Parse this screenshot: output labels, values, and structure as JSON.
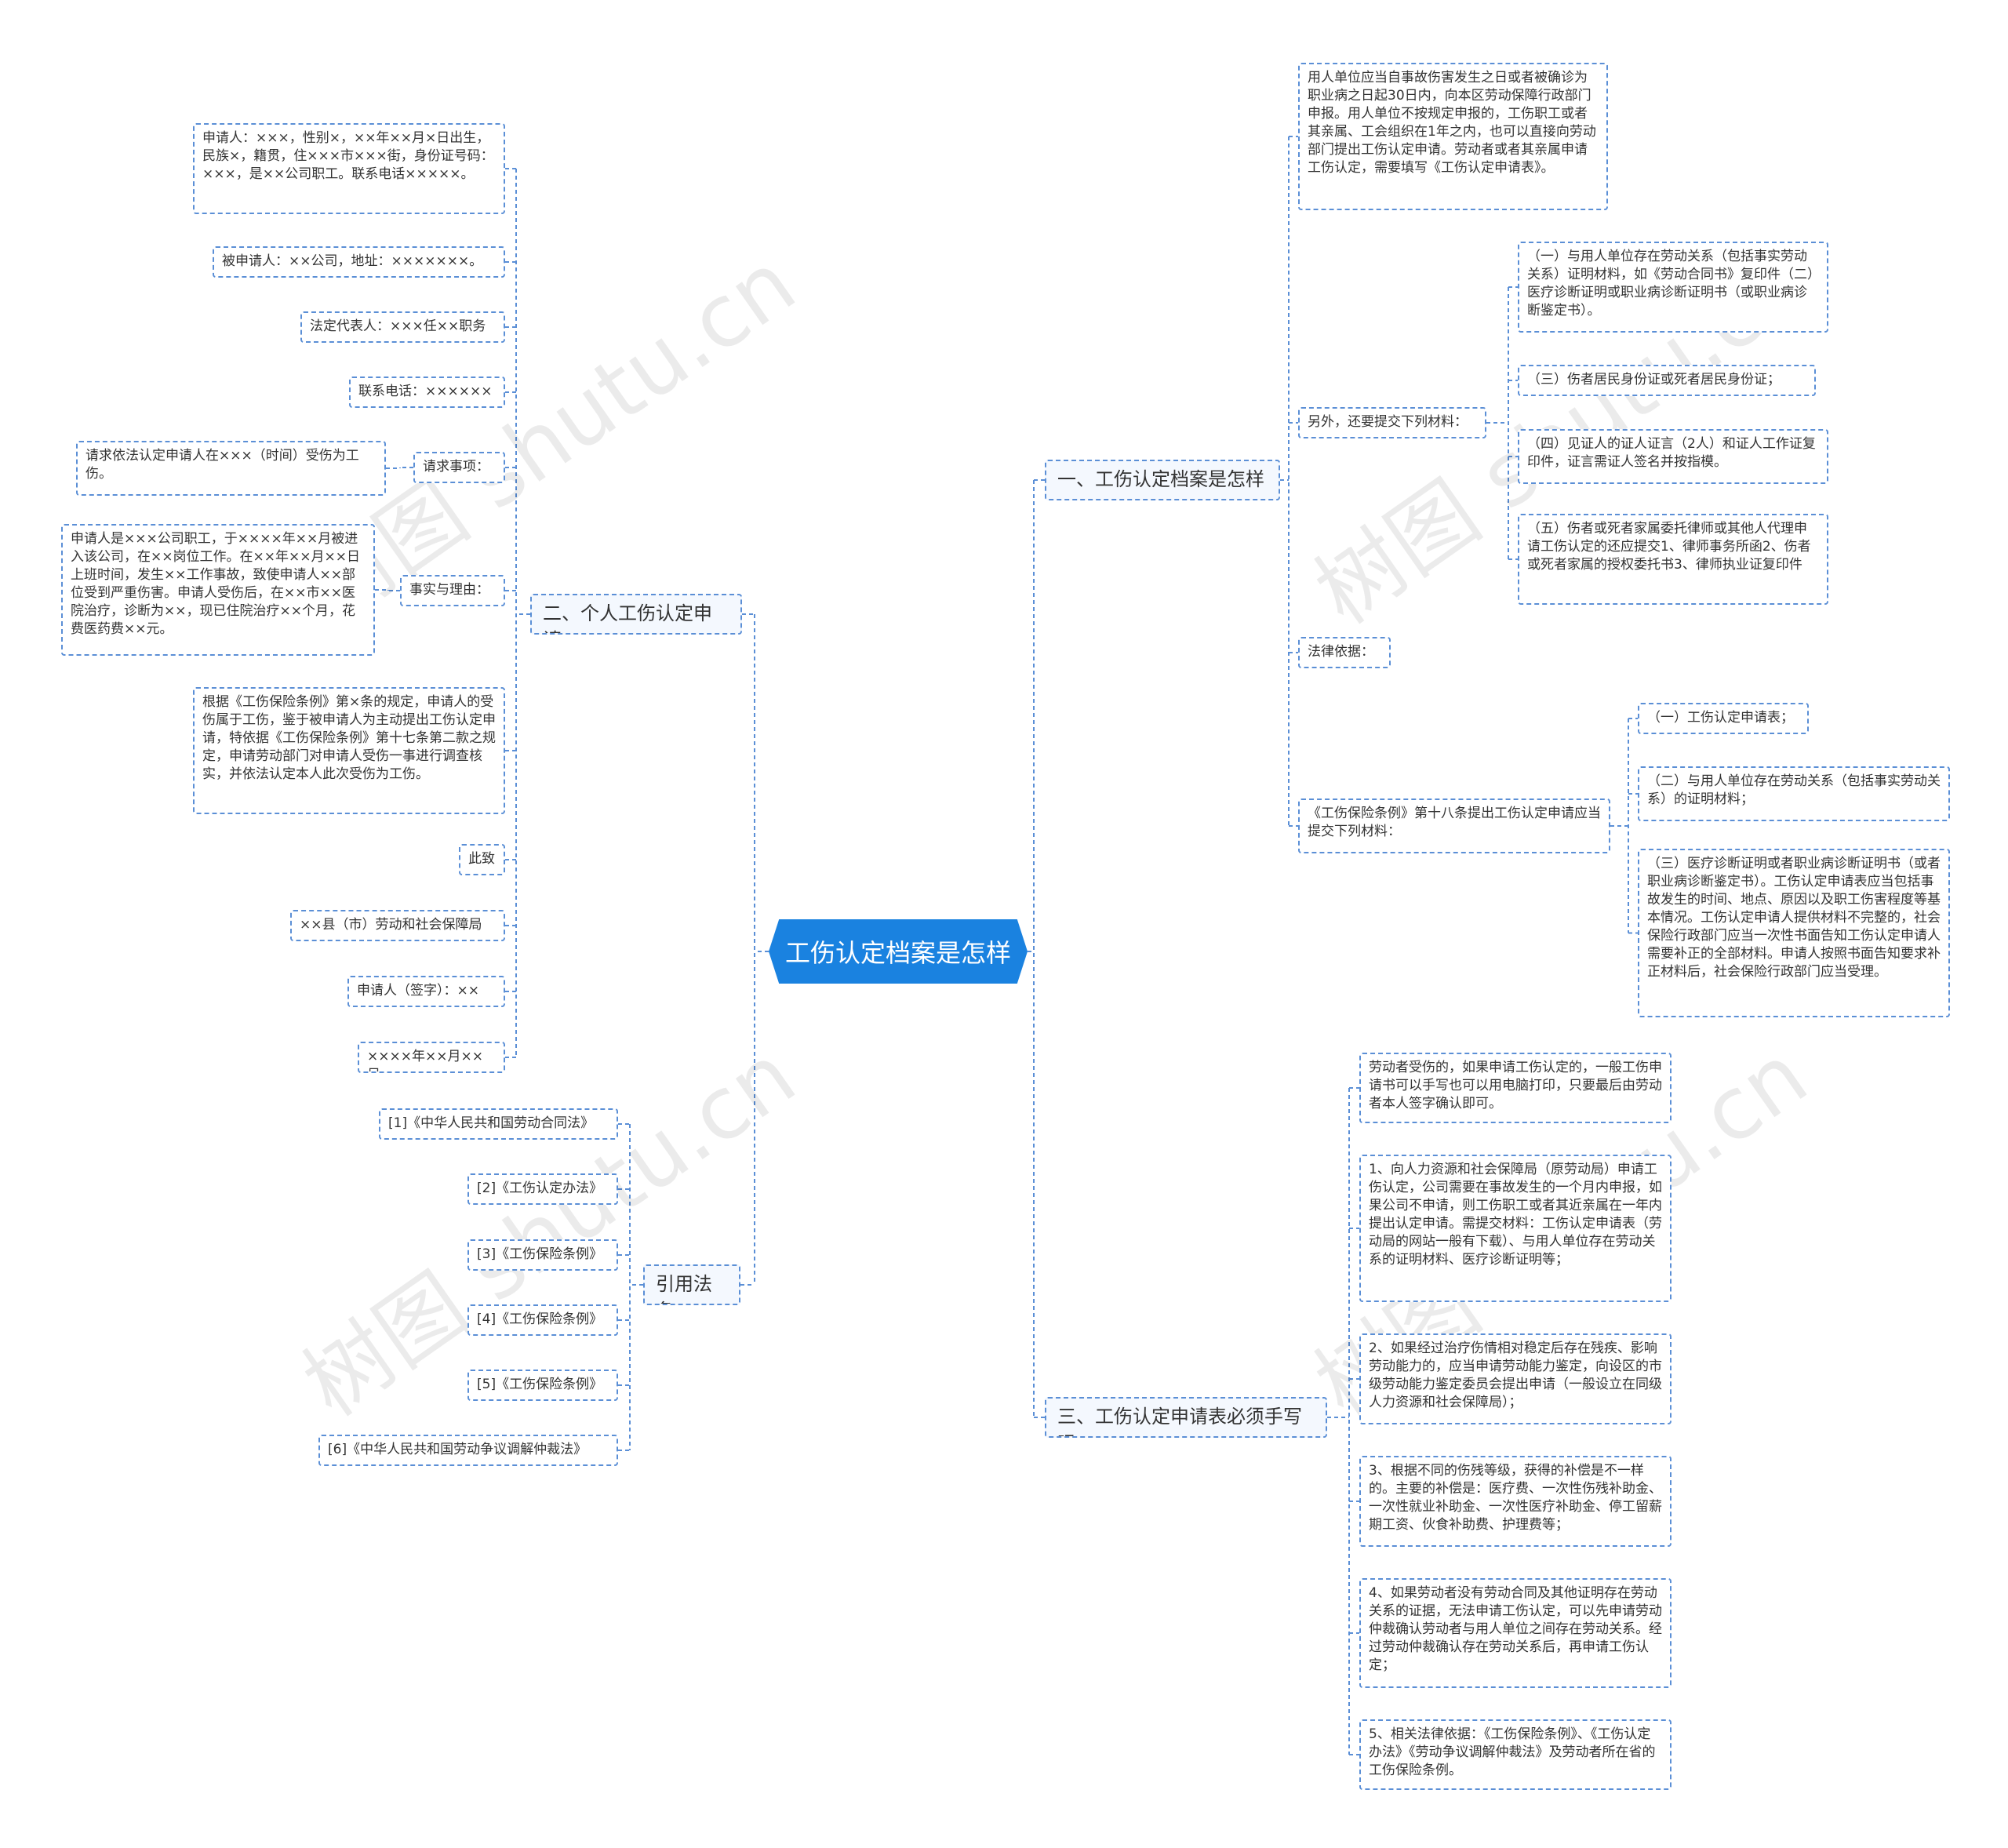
{
  "root": "工伤认定档案是怎样",
  "watermark": "树图 shutu.cn",
  "branches": {
    "b1": "一、工伤认定档案是怎样",
    "b2": "二、个人工伤认定申请",
    "b3": "三、工伤认定申请表必须手写吗",
    "b4": "引用法条"
  },
  "b1": {
    "n1": "用人单位应当自事故伤害发生之日或者被确诊为职业病之日起30日内，向本区劳动保障行政部门申报。用人单位不按规定申报的，工伤职工或者其亲属、工会组织在1年之内，也可以直接向劳动部门提出工伤认定申请。劳动者或者其亲属申请工伤认定，需要填写《工伤认定申请表》。",
    "n2": "另外，还要提交下列材料：",
    "n2_children": [
      "（一）与用人单位存在劳动关系（包括事实劳动关系）证明材料，如《劳动合同书》复印件（二）医疗诊断证明或职业病诊断证明书（或职业病诊断鉴定书）。",
      "（三）伤者居民身份证或死者居民身份证；",
      "（四）见证人的证人证言（2人）和证人工作证复印件，证言需证人签名并按指模。",
      "（五）伤者或死者家属委托律师或其他人代理申请工伤认定的还应提交1、律师事务所函2、伤者或死者家属的授权委托书3、律师执业证复印件"
    ],
    "n3": "法律依据：",
    "n4": "《工伤保险条例》第十八条提出工伤认定申请应当提交下列材料：",
    "n4_children": [
      "（一）工伤认定申请表；",
      "（二）与用人单位存在劳动关系（包括事实劳动关系）的证明材料；",
      "（三）医疗诊断证明或者职业病诊断证明书（或者职业病诊断鉴定书）。工伤认定申请表应当包括事故发生的时间、地点、原因以及职工伤害程度等基本情况。工伤认定申请人提供材料不完整的，社会保险行政部门应当一次性书面告知工伤认定申请人需要补正的全部材料。申请人按照书面告知要求补正材料后，社会保险行政部门应当受理。"
    ]
  },
  "b2": {
    "items": [
      "申请人：×××，性别×，××年××月×日出生，民族×，籍贯，住×××市×××街，身份证号码：×××，是××公司职工。联系电话×××××。",
      "被申请人：××公司，地址：×××××××。",
      "法定代表人：×××任××职务",
      "联系电话：××××××",
      "请求事项：",
      "事实与理由：",
      "根据《工伤保险条例》第×条的规定，申请人的受伤属于工伤，鉴于被申请人为主动提出工伤认定申请，特依据《工伤保险条例》第十七条第二款之规定，申请劳动部门对申请人受伤一事进行调查核实，并依法认定本人此次受伤为工伤。",
      "此致",
      "××县（市）劳动和社会保障局",
      "申请人（签字）：××",
      "××××年××月××日"
    ],
    "request_detail": "请求依法认定申请人在×××（时间）受伤为工伤。",
    "facts_detail": "申请人是×××公司职工，于××××年××月被进入该公司，在××岗位工作。在××年××月××日上班时间，发生××工作事故，致使申请人××部位受到严重伤害。申请人受伤后，在××市××医院治疗，诊断为××，现已住院治疗××个月，花费医药费××元。"
  },
  "b3": {
    "items": [
      "劳动者受伤的，如果申请工伤认定的，一般工伤申请书可以手写也可以用电脑打印，只要最后由劳动者本人签字确认即可。",
      "1、向人力资源和社会保障局（原劳动局）申请工伤认定，公司需要在事故发生的一个月内申报，如果公司不申请，则工伤职工或者其近亲属在一年内提出认定申请。需提交材料：工伤认定申请表（劳动局的网站一般有下载）、与用人单位存在劳动关系的证明材料、医疗诊断证明等；",
      "2、如果经过治疗伤情相对稳定后存在残疾、影响劳动能力的，应当申请劳动能力鉴定，向设区的市级劳动能力鉴定委员会提出申请（一般设立在同级人力资源和社会保障局）；",
      "3、根据不同的伤残等级，获得的补偿是不一样的。主要的补偿是：医疗费、一次性伤残补助金、一次性就业补助金、一次性医疗补助金、停工留薪期工资、伙食补助费、护理费等；",
      "4、如果劳动者没有劳动合同及其他证明存在劳动关系的证据，无法申请工伤认定，可以先申请劳动仲裁确认劳动者与用人单位之间存在劳动关系。经过劳动仲裁确认存在劳动关系后，再申请工伤认定；",
      "5、相关法律依据：《工伤保险条例》、《工伤认定办法》《劳动争议调解仲裁法》及劳动者所在省的工伤保险条例。"
    ]
  },
  "b4": {
    "items": [
      "[1]《中华人民共和国劳动合同法》",
      "[2]《工伤认定办法》",
      "[3]《工伤保险条例》",
      "[4]《工伤保险条例》",
      "[5]《工伤保险条例》",
      "[6]《中华人民共和国劳动争议调解仲裁法》"
    ]
  }
}
